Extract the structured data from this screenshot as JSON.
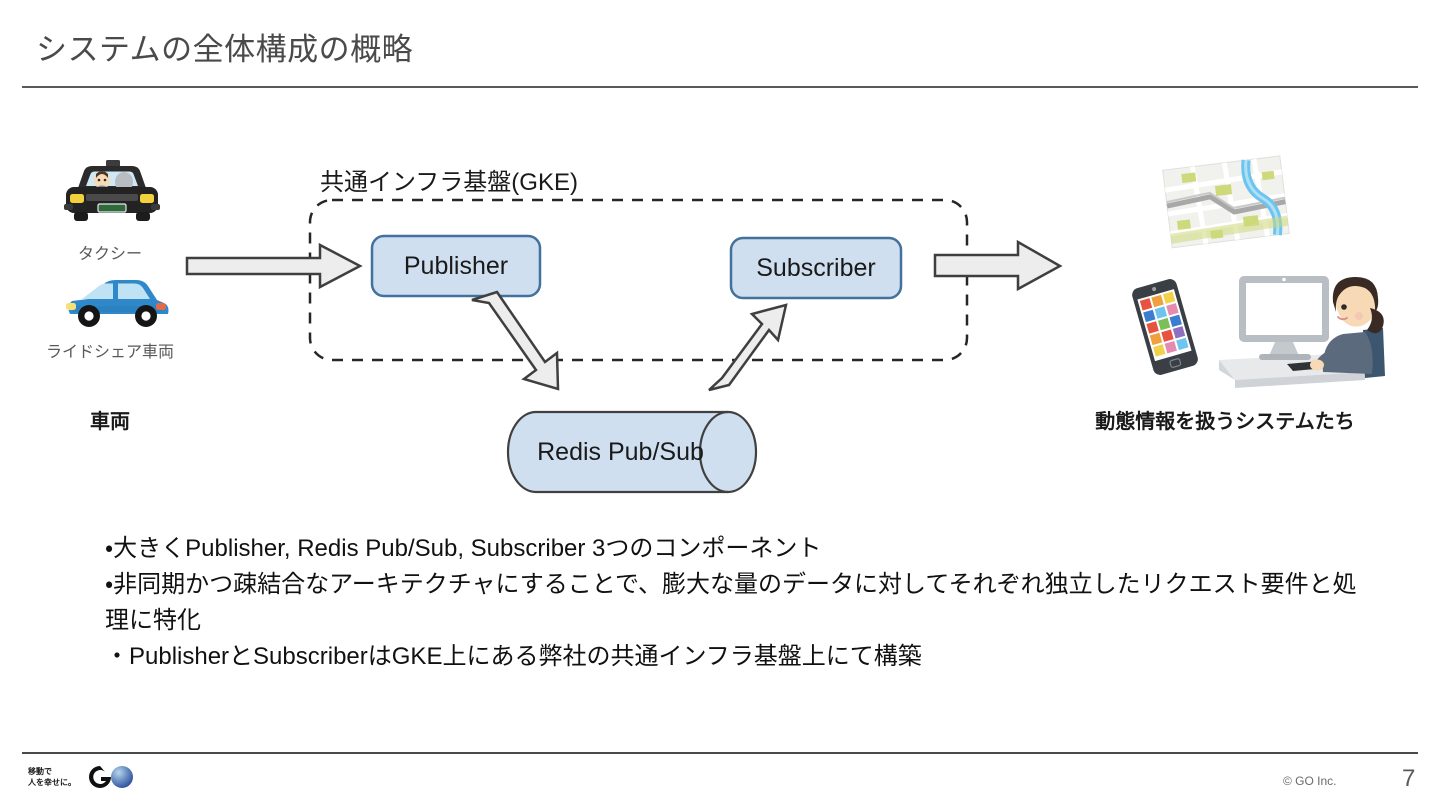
{
  "slide": {
    "title": "システムの全体構成の概略",
    "page_number": "7",
    "copyright": "© GO Inc.",
    "logo": {
      "tagline_line1": "移動で",
      "tagline_line2": "人を幸せに。",
      "mark": "G"
    }
  },
  "diagram": {
    "gke_boundary_label": "共通インフラ基盤(GKE)",
    "nodes": {
      "publisher": "Publisher",
      "subscriber": "Subscriber",
      "redis": "Redis Pub/Sub"
    },
    "left_group": {
      "heading": "車両",
      "items": [
        {
          "icon": "taxi-icon",
          "label": "タクシー"
        },
        {
          "icon": "rideshare-car-icon",
          "label": "ライドシェア車両"
        }
      ]
    },
    "right_group": {
      "heading": "動態情報を扱うシステムたち",
      "items": [
        {
          "icon": "map-icon"
        },
        {
          "icon": "smartphone-icon"
        },
        {
          "icon": "person-at-computer-icon"
        }
      ]
    },
    "arrows": [
      {
        "name": "vehicles-to-publisher",
        "direction": "right"
      },
      {
        "name": "publisher-to-redis",
        "direction": "down-right"
      },
      {
        "name": "redis-to-subscriber",
        "direction": "up-right"
      },
      {
        "name": "subscriber-to-systems",
        "direction": "right"
      }
    ]
  },
  "body": {
    "bullets": [
      "・大きくPublisher, Redis Pub/Sub, Subscriber 3つのコンポーネント",
      "・非同期かつ疎結合なアーキテクチャにすることで、膨大な量のデータに対してそれぞれ独立したリクエスト要件と処理に特化",
      "・PublisherとSubscriberはGKE上にある弊社の共通インフラ基盤上にて構築"
    ]
  },
  "colors": {
    "node_fill": "#cfdff0",
    "node_stroke": "#41719c",
    "arrow_fill": "#ededed",
    "arrow_stroke": "#3f3f3f",
    "boundary_stroke": "#262626",
    "rule": "#4a4a4a"
  }
}
